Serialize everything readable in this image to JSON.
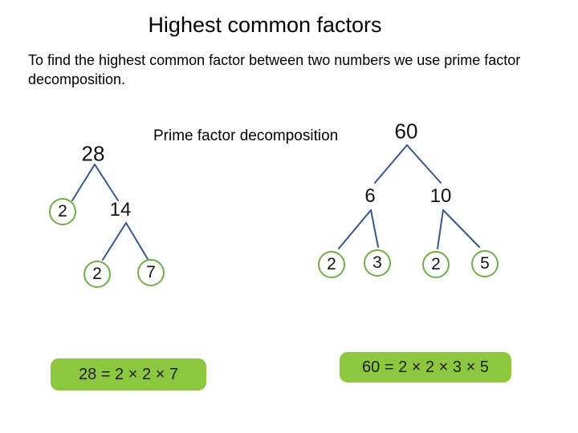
{
  "title": "Highest common factors",
  "intro": "To find the highest common factor between two numbers we use prime factor decomposition.",
  "diagram_label": "Prime factor decomposition",
  "colors": {
    "branch_line": "#35568f",
    "circle_stroke": "#70ad47",
    "equation_box_fill": "#8dc63f",
    "text": "#111111"
  },
  "tree_28": {
    "root": "28",
    "level1": [
      "2",
      "14"
    ],
    "level2": [
      "2",
      "7"
    ],
    "equation": "28 = 2 × 2 × 7"
  },
  "tree_60": {
    "root": "60",
    "level1": [
      "6",
      "10"
    ],
    "level2": [
      "2",
      "3",
      "2",
      "5"
    ],
    "equation": "60 = 2 × 2 × 3 × 5"
  }
}
